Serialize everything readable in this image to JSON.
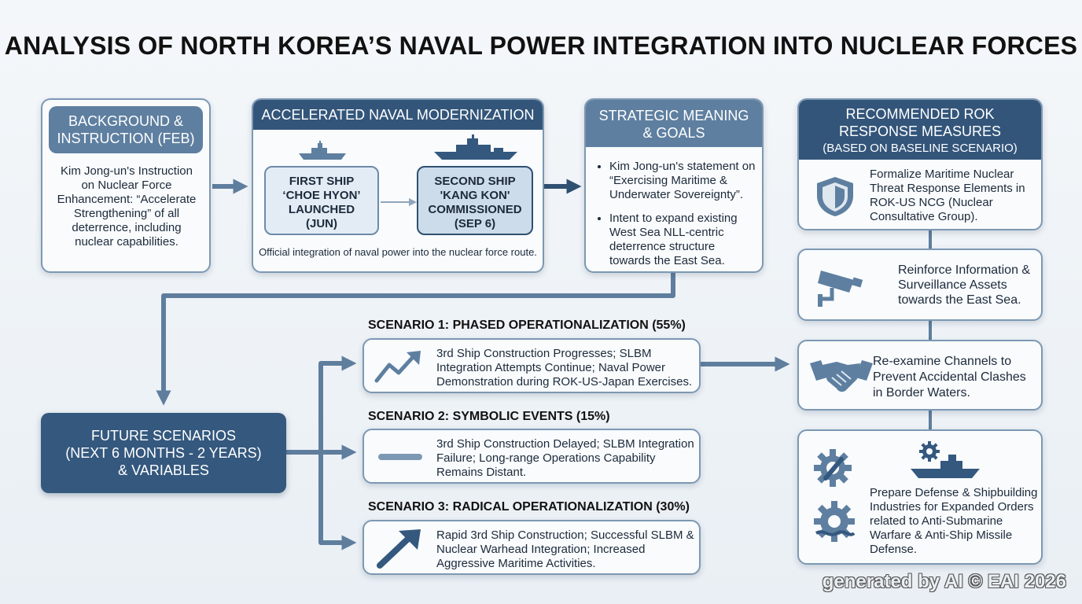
{
  "title": "ANALYSIS OF NORTH KOREA’S NAVAL POWER INTEGRATION INTO NUCLEAR FORCES",
  "background": {
    "heading_line1": "BACKGROUND &",
    "heading_line2": "INSTRUCTION (FEB)",
    "body": "Kim Jong-un's Instruction on Nuclear Force Enhancement: “Accelerate Strengthening” of all deterrence, including nuclear capabilities."
  },
  "modernization": {
    "heading": "ACCELERATED NAVAL MODERNIZATION",
    "ship1": [
      "FIRST SHIP",
      "‘CHOE HYON’",
      "LAUNCHED",
      "(JUN)"
    ],
    "ship2": [
      "SECOND SHIP",
      "'KANG KON'",
      "COMMISSIONED",
      "(SEP 6)"
    ],
    "caption": "Official integration of naval power into the nuclear force route."
  },
  "strategic": {
    "heading_line1": "STRATEGIC MEANING",
    "heading_line2": "& GOALS",
    "bullets": [
      "Kim Jong-un's statement on “Exercising Maritime & Underwater Sovereignty”.",
      "Intent to expand existing West Sea NLL-centric deterrence structure towards the East Sea."
    ]
  },
  "recommended": {
    "heading_line1": "RECOMMENDED ROK",
    "heading_line2": "RESPONSE MEASURES",
    "heading_line3": "(BASED ON BASELINE SCENARIO)",
    "items": [
      {
        "icon": "shield-icon",
        "text": "Formalize Maritime Nuclear Threat Response Elements in ROK-US NCG (Nuclear Consultative Group)."
      },
      {
        "icon": "surveillance-camera-icon",
        "text": "Reinforce Information & Surveillance Assets towards the East Sea."
      },
      {
        "icon": "handshake-icon",
        "text": "Re-examine Channels to Prevent Accidental Clashes in Border Waters."
      },
      {
        "icon": "gear-ship-icon",
        "text": "Prepare Defense & Shipbuilding Industries for Expanded Orders related to Anti-Submarine Warfare & Anti-Ship Missile Defense."
      }
    ]
  },
  "future": {
    "line1": "FUTURE SCENARIOS",
    "line2": "(NEXT 6 MONTHS - 2 YEARS)",
    "line3": "& VARIABLES"
  },
  "scenarios": [
    {
      "title": "SCENARIO 1: PHASED OPERATIONALIZATION (55%)",
      "icon": "trend-up-icon",
      "text": "3rd Ship Construction Progresses; SLBM Integration Attempts Continue; Naval Power Demonstration during ROK-US-Japan Exercises."
    },
    {
      "title": "SCENARIO 2: SYMBOLIC EVENTS (15%)",
      "icon": "flat-line-icon",
      "text": "3rd Ship Construction Delayed; SLBM Integration Failure; Long-range Operations Capability Remains Distant."
    },
    {
      "title": "SCENARIO 3: RADICAL OPERATIONALIZATION (30%)",
      "icon": "arrow-up-right-icon",
      "text": "Rapid 3rd Ship Construction; Successful SLBM & Nuclear Warhead Integration; Increased Aggressive Maritime Activities."
    }
  ],
  "watermark": "generated by AI © EAI 2026",
  "colors": {
    "accent_dark": "#33557a",
    "accent_light": "#5e7fa0",
    "connector": "#5f7e9e"
  }
}
